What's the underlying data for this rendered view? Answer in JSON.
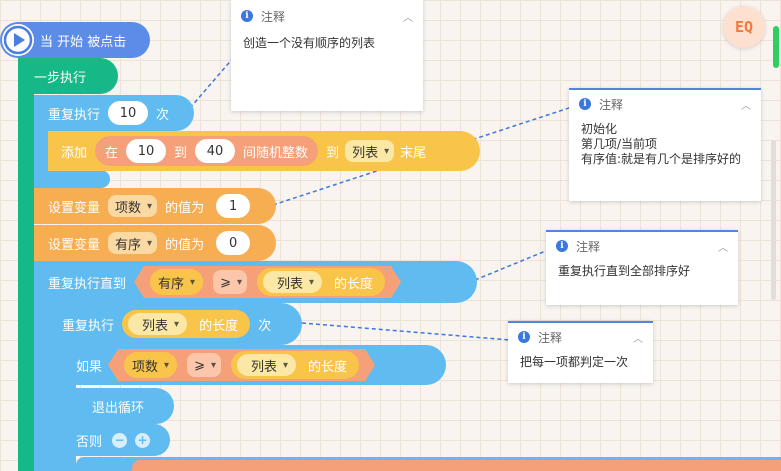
{
  "hat": {
    "label": "当 开始 被点击"
  },
  "step_run": {
    "label": "一步执行"
  },
  "repeat": {
    "label": "重复执行",
    "count": "10",
    "suffix": "次"
  },
  "add": {
    "label": "添加",
    "rand_in": "在",
    "min": "10",
    "to": "到",
    "max": "40",
    "rand_label": "间随机整数",
    "to2": "到",
    "list": "列表",
    "tail": "末尾"
  },
  "set_index": {
    "label": "设置变量",
    "var": "项数",
    "value_of": "的值为",
    "value": "1"
  },
  "set_sorted": {
    "label": "设置变量",
    "var": "有序",
    "value_of": "的值为",
    "value": "0"
  },
  "repeat_until": {
    "label": "重复执行直到",
    "left": "有序",
    "op": "⩾",
    "list": "列表",
    "length": "的长度"
  },
  "repeat_inner": {
    "label": "重复执行",
    "list": "列表",
    "length": "的长度",
    "suffix": "次"
  },
  "if_block": {
    "label": "如果",
    "left": "项数",
    "op": "⩾",
    "list": "列表",
    "length": "的长度"
  },
  "break_loop": {
    "label": "退出循环"
  },
  "else_block": {
    "label": "否则"
  },
  "notes": [
    {
      "title": "注释",
      "body": "创造一个没有顺序的列表"
    },
    {
      "title": "注释",
      "body": "初始化\n第几项/当前项\n有序值:就是有几个是排序好的"
    },
    {
      "title": "注释",
      "body": "重复执行直到全部排序好"
    },
    {
      "title": "注释",
      "body": "把每一项都判定一次"
    }
  ],
  "logo": {
    "text": "EQ"
  },
  "colors": {
    "control": "#5fbbf0",
    "event": "#5b8de8",
    "green": "#16b888",
    "variable": "#f7ad52",
    "list": "#f8c54a",
    "operator": "#f6a07a",
    "accent": "#3a78de"
  }
}
